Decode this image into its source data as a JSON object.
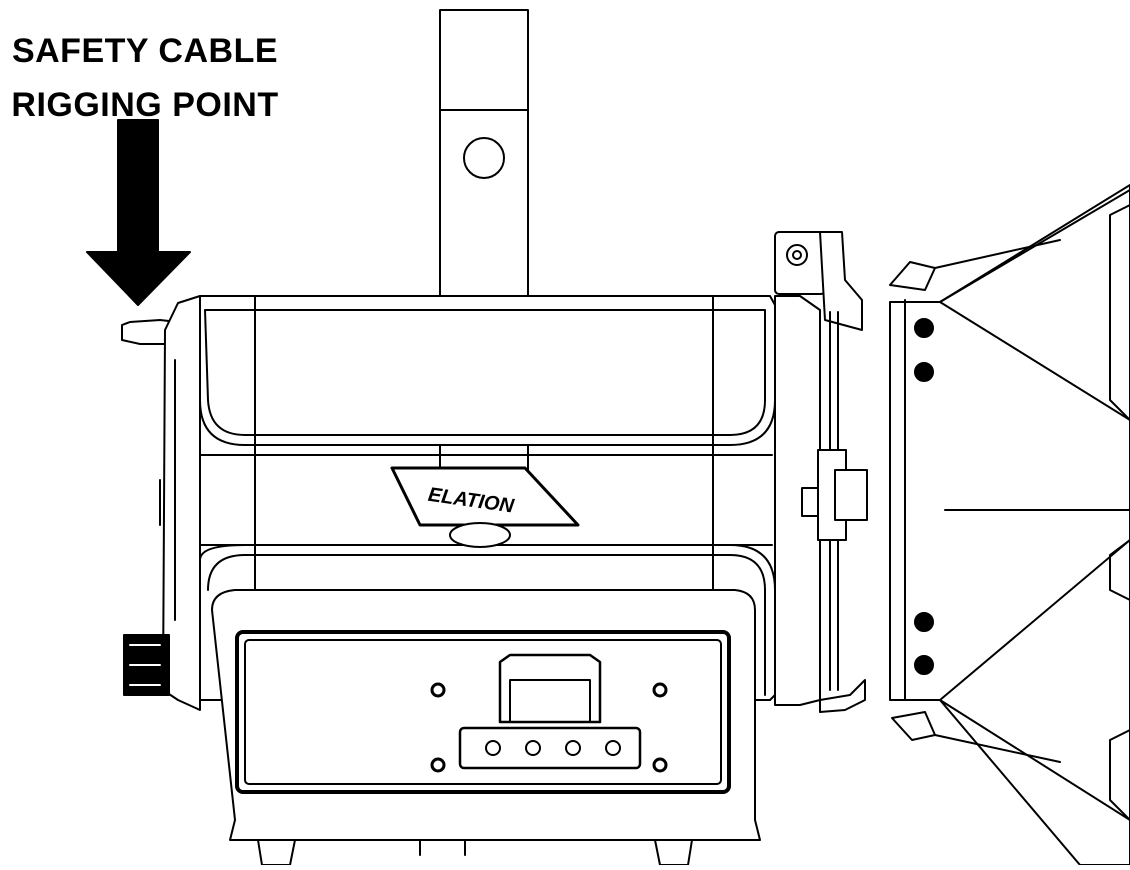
{
  "callout": {
    "line1": "SAFETY CABLE",
    "line2": "RIGGING POINT"
  },
  "logo": {
    "text": "ELATION"
  },
  "colors": {
    "line": "#000000",
    "background": "#ffffff"
  }
}
